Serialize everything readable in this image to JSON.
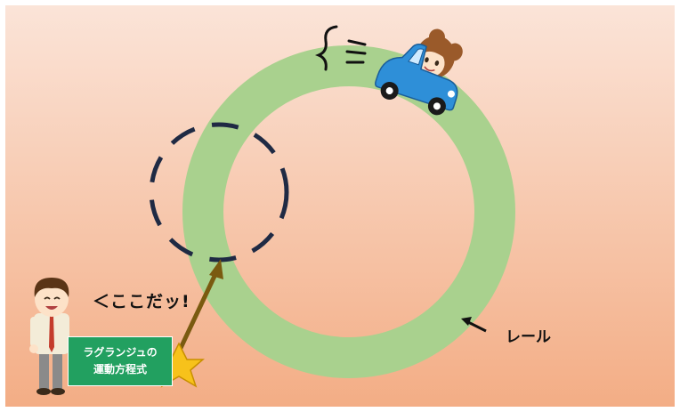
{
  "labels": {
    "shout": "＜ここだッ!",
    "rail": "レール",
    "equation_line1": "ラグランジュの",
    "equation_line2": "運動方程式"
  },
  "colors": {
    "background_top": "#fbe4d8",
    "background_bottom": "#f3ad85",
    "rail": "#a9d18e",
    "dashed_circle": "#1f2a44",
    "car": "#2e8fd8",
    "arrow": "#7a5a10",
    "star": "#f7c21b",
    "equation_box": "#22a060"
  },
  "icons": {
    "car": "blue-car-with-girl-icon",
    "person": "smiling-man-icon",
    "star": "star-icon",
    "speed_lines": "speed-lines-icon",
    "pointer": "pointer-arrow-icon"
  }
}
